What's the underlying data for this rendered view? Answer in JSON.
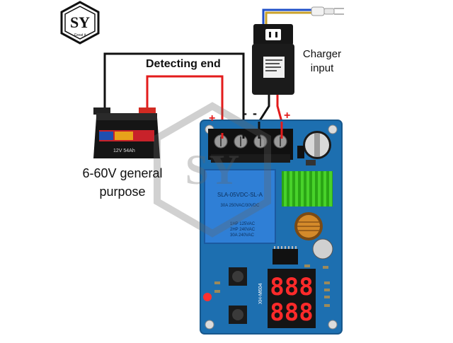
{
  "logo": {
    "text": "SY",
    "subtext": "Great it"
  },
  "labels": {
    "detecting_end": "Detecting end",
    "charger_input_line1": "Charger",
    "charger_input_line2": "input",
    "purpose_line1": "6-60V general",
    "purpose_line2": "purpose"
  },
  "terminal_polarity": [
    "+",
    "-",
    "-",
    "+"
  ],
  "battery": {
    "label": "12V 54Ah",
    "terminal_colors": {
      "positive": "#d12a22",
      "negative": "#222222"
    }
  },
  "relay": {
    "model": "SLA-05VDC-SL-A",
    "rating_lines": [
      "30A 250VAC/30VDC",
      "1HP 125VAC",
      "2HP 240VAC",
      "30A 240VAC"
    ]
  },
  "board": {
    "model": "XH-M604",
    "display_digits": "888",
    "color": "#1d6fb0",
    "display_color": "#ff2a2a"
  },
  "colors": {
    "wire_red": "#e31b1b",
    "wire_black": "#111111",
    "wire_blue": "#1f4fc9",
    "heatsink": "#38c21e"
  },
  "icons": [
    "plug-icon",
    "power-adapter-icon",
    "battery-icon",
    "pcb-module-icon",
    "logo-icon",
    "watermark-icon"
  ]
}
